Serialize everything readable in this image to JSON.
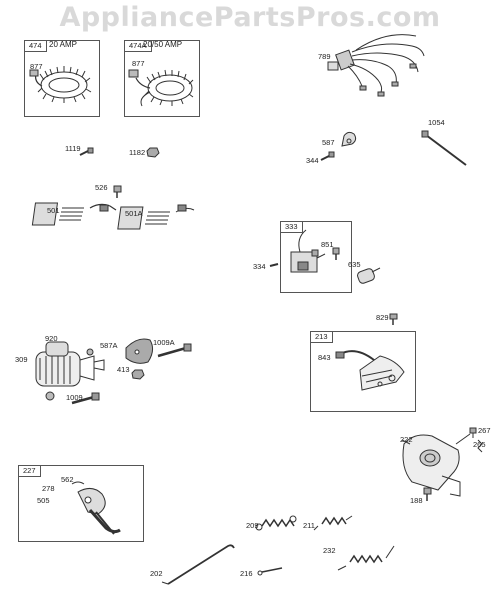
{
  "watermark": "AppliancePartsPros.com",
  "boxes": {
    "b474": {
      "id": "474",
      "title": "20 AMP"
    },
    "b474a": {
      "id": "474A",
      "title": "20/50 AMP"
    },
    "b333": {
      "id": "333"
    },
    "b213": {
      "id": "213"
    },
    "b227": {
      "id": "227"
    }
  },
  "callouts": {
    "p877a": "877",
    "p877b": "877",
    "p789": "789",
    "p1054": "1054",
    "p1119": "1119",
    "p1182": "1182",
    "p587": "587",
    "p344": "344",
    "p526": "526",
    "p501": "501",
    "p501a": "501A",
    "p851": "851",
    "p334": "334",
    "p635": "635",
    "p920": "920",
    "p587a": "587A",
    "p1009a": "1009A",
    "p309": "309",
    "p413": "413",
    "p1009": "1009",
    "p829": "829",
    "p843": "843",
    "p222": "222",
    "p267": "267",
    "p265": "265",
    "p188": "188",
    "p562": "562",
    "p278": "278",
    "p505": "505",
    "p209": "209",
    "p211": "211",
    "p232": "232",
    "p202": "202",
    "p216": "216"
  }
}
